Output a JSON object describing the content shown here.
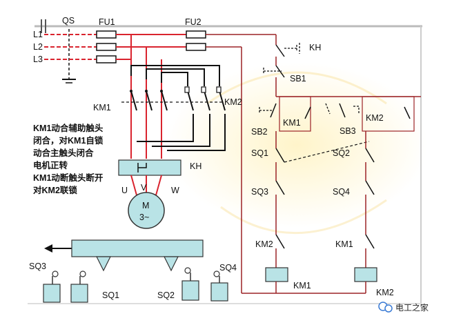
{
  "colors": {
    "power_line": "#d9232e",
    "control_line": "#9b2226",
    "wire": "#111111",
    "component_fill": "#b9e3e6",
    "component_stroke": "#333333",
    "glow": "#f6d77a",
    "watermark_icon": "#3a7bd5"
  },
  "lines": {
    "l1": "L1",
    "l2": "L2",
    "l3": "L3"
  },
  "power_circuit": {
    "qs": "QS",
    "fu1": "FU1",
    "fu2": "FU2",
    "km1": "KM1",
    "km2": "KM2",
    "kh": "KH",
    "u": "U",
    "v": "V",
    "w": "W",
    "motor_m": "M",
    "motor_phase": "3~"
  },
  "annotation": {
    "line1_bold": "KM1",
    "line1_rest": "动合辅助触头",
    "line2_a": "闭合，对",
    "line2_bold": "KM1",
    "line2_b": "自锁",
    "line3": "动合主触头闭合",
    "line4": "电机正转",
    "line5_bold": "KM1",
    "line5_rest": "动断触头断开",
    "line6_a": "对",
    "line6_bold": "KM2",
    "line6_b": "联锁"
  },
  "control_circuit": {
    "kh": "KH",
    "sb1": "SB1",
    "sb2": "SB2",
    "km1_aux": "KM1",
    "sb3": "SB3",
    "km2_aux": "KM2",
    "sq1": "SQ1",
    "sq2": "SQ2",
    "sq3": "SQ3",
    "sq4": "SQ4",
    "km2_nc": "KM2",
    "km1_nc": "KM1",
    "km1_coil": "KM1",
    "km2_coil": "KM2"
  },
  "travel_mechanism": {
    "sq3": "SQ3",
    "sq1": "SQ1",
    "sq2": "SQ2",
    "sq4": "SQ4"
  },
  "watermark": {
    "text": "电工之家"
  }
}
